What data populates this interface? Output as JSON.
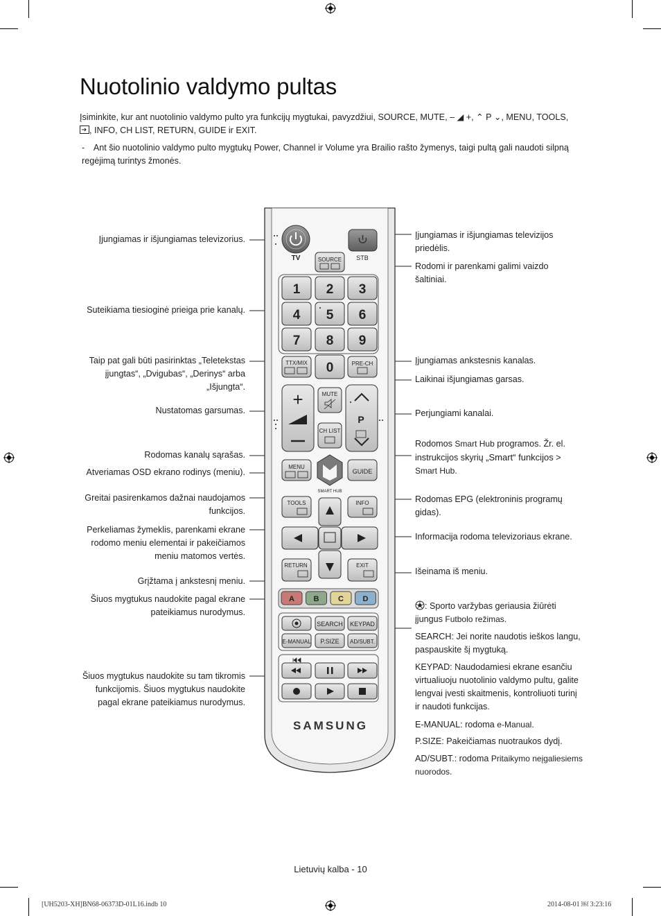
{
  "title": "Nuotolinio valdymo pultas",
  "intro": {
    "text_before": "Įsiminkite, kur ant nuotolinio valdymo pulto yra funkcijų mygtukai, pavyzdžiui,",
    "source": "SOURCE",
    "mute": "MUTE",
    "volume_symbols": "– ◢ +",
    "channel_symbols": "⌃ P ⌄",
    "menu": "MENU",
    "tools": "TOOLS",
    "info": "INFO",
    "chlist": "CH LIST",
    "return_label": "RETURN",
    "guide": "GUIDE",
    "ir": "ir",
    "exit": "EXIT"
  },
  "note": {
    "dash": "-",
    "text1": "Ant šio nuotolinio valdymo pulto mygtukų",
    "power": "Power",
    "channel": "Channel",
    "ir": "ir",
    "volume": "Volume",
    "text2": "yra Brailio rašto žymenys, taigi pultą gali naudoti silpną regėjimą turintys žmonės."
  },
  "left_labels": [
    "Įjungiamas ir išjungiamas televizorius.",
    "Suteikiama tiesioginė prieiga prie kanalų.",
    "Taip pat gali būti pasirinktas „Teletekstas įjungtas“, „Dvigubas“, „Derinys“ arba „Išjungta“.",
    "Nustatomas garsumas.",
    "Rodomas kanalų sąrašas.",
    "Atveriamas OSD ekrano rodinys (meniu).",
    "Greitai pasirenkamos dažnai naudojamos funkcijos.",
    "Perkeliamas žymeklis, parenkami ekrane rodomo meniu elementai ir pakeičiamos meniu matomos vertės.",
    "Grįžtama į ankstesnį meniu.",
    "Šiuos mygtukus naudokite pagal ekrane pateikiamus nurodymus.",
    "Šiuos mygtukus naudokite su tam tikromis funkcijomis. Šiuos mygtukus naudokite pagal ekrane pateikiamus nurodymus."
  ],
  "right_labels": {
    "stb_power": "Įjungiamas ir išjungiamas televizijos priedėlis.",
    "source": "Rodomi ir parenkami galimi vaizdo šaltiniai.",
    "prech": "Įjungiamas ankstesnis kanalas.",
    "mute": "Laikinai išjungiamas garsas.",
    "channel": "Perjungiami kanalai.",
    "smarthub_1": "Rodomos",
    "smarthub_2": "Smart Hub",
    "smarthub_3": "programos. Žr. el. instrukcijos skyrių",
    "smarthub_4": "„Smart“ funkcijos",
    "smarthub_5": ">",
    "smarthub_6": "Smart Hub",
    "smarthub_7": ".",
    "guide_1": "Rodomas",
    "guide_2": "EPG",
    "guide_3": "(elektroninis programų gidas).",
    "info": "Informacija rodoma televizoriaus ekrane.",
    "exit": "Išeinama iš meniu.",
    "football_1": ": Sporto varžybas geriausia žiūrėti įjungus",
    "football_2": "Futbolo režimas",
    "football_3": ".",
    "search_1": "SEARCH",
    "search_2": ": Jei norite naudotis ieškos langu, paspauskite šį mygtuką.",
    "keypad_1": "KEYPAD",
    "keypad_2": ": Naudodamiesi ekrane esančiu virtualiuoju nuotolinio valdymo pultu, galite lengvai įvesti skaitmenis, kontroliuoti turinį ir naudoti funkcijas.",
    "emanual_1": "E-MANUAL",
    "emanual_2": ": rodoma",
    "emanual_3": "e-Manual",
    "emanual_4": ".",
    "psize_1": "P.SIZE",
    "psize_2": ": Pakeičiamas nuotraukos dydį.",
    "adsubt_1": "AD/SUBT.",
    "adsubt_2": ": rodoma",
    "adsubt_3": "Pritaikymo neįgaliesiems nuorodos",
    "adsubt_4": "."
  },
  "remote": {
    "tv": "TV",
    "stb": "STB",
    "source": "SOURCE",
    "digits": [
      "1",
      "2",
      "3",
      "4",
      "5",
      "6",
      "7",
      "8",
      "9",
      "0"
    ],
    "ttx": "TTX/MIX",
    "prech": "PRE-CH",
    "mute": "MUTE",
    "chlist": "CH LIST",
    "p": "P",
    "menu": "MENU",
    "smart_hub": "SMART HUB",
    "guide": "GUIDE",
    "tools": "TOOLS",
    "info": "INFO",
    "return_label": "RETURN",
    "exit": "EXIT",
    "colors": [
      "A",
      "B",
      "C",
      "D"
    ],
    "search": "SEARCH",
    "keypad": "KEYPAD",
    "emanual": "E-MANUAL",
    "psize": "P.SIZE",
    "adsubt": "AD/SUBT.",
    "brand": "SAMSUNG"
  },
  "colors": {
    "button_a": "#c97a74",
    "button_b": "#8ea98a",
    "button_c": "#e3d59a",
    "button_d": "#8cb1cf",
    "body": "#f4f4f4",
    "keys": "#cfcfcf"
  },
  "footer": "Lietuvių kalba - 10",
  "slug_left": "[UH5203-XH]BN68-06373D-01L16.indb   10",
  "slug_right": "2014-08-01   ￼ 3:23:16"
}
